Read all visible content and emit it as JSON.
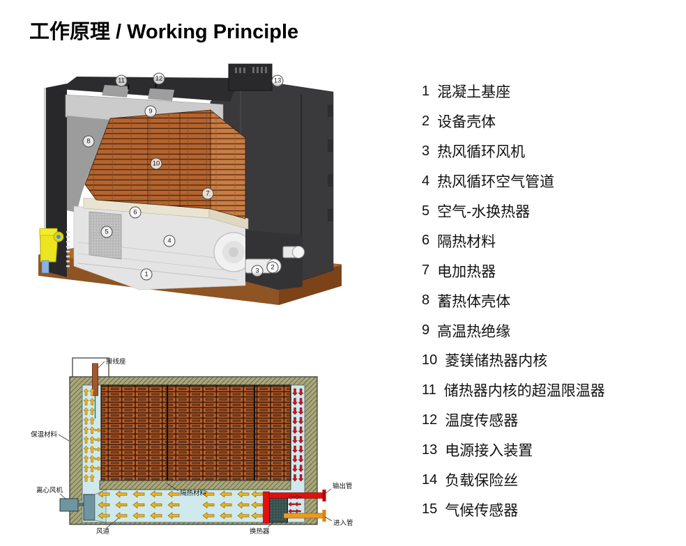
{
  "title": "工作原理 / Working Principle",
  "legend": {
    "items": [
      {
        "num": "1",
        "label": "混凝土基座"
      },
      {
        "num": "2",
        "label": "设备壳体"
      },
      {
        "num": "3",
        "label": "热风循环风机"
      },
      {
        "num": "4",
        "label": "热风循环空气管道"
      },
      {
        "num": "5",
        "label": "空气-水换热器"
      },
      {
        "num": "6",
        "label": "隔热材料"
      },
      {
        "num": "7",
        "label": "电加热器"
      },
      {
        "num": "8",
        "label": "蓄热体壳体"
      },
      {
        "num": "9",
        "label": "高温热绝缘"
      },
      {
        "num": "10",
        "label": "菱镁储热器内核"
      },
      {
        "num": "11",
        "label": "储热器内核的超温限温器"
      },
      {
        "num": "12",
        "label": "温度传感器"
      },
      {
        "num": "13",
        "label": "电源接入装置"
      },
      {
        "num": "14",
        "label": "负载保险丝"
      },
      {
        "num": "15",
        "label": "气候传感器"
      }
    ]
  },
  "diagram3d": {
    "callouts": [
      "1",
      "2",
      "3",
      "4",
      "5",
      "6",
      "7",
      "8",
      "9",
      "10",
      "11",
      "12",
      "13"
    ]
  },
  "diagram2d": {
    "labels": {
      "terminal": "接线座",
      "outer_insulation": "保温材料",
      "fan": "离心风机",
      "air_duct": "风道",
      "inner_insulation": "隔热材料",
      "heat_exchanger": "换热器",
      "outlet_pipe": "输出管",
      "inlet_pipe": "进入管"
    }
  },
  "colors": {
    "brick_orange": "#b95f2c",
    "insulation_khaki": "#a9a87b",
    "air_channel_blue": "#cfe9ec",
    "arrow_yellow": "#f2b51c",
    "arrow_red": "#cc1122",
    "pipe_outlet_red": "#e31010",
    "pipe_inlet_orange": "#ef9a1e",
    "fan_teal": "#6f95a0",
    "exchanger_dark_teal": "#35504f",
    "base_brown": "#8f5424",
    "shell_dark": "#3a3a3c",
    "water_pipe_yellow": "#ede61f"
  }
}
